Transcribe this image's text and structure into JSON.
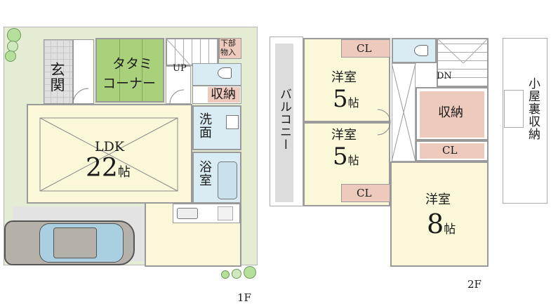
{
  "floors": {
    "first": {
      "label": "1F",
      "rooms": {
        "entrance": {
          "label": "玄関"
        },
        "tatami": {
          "label_line1": "タタミ",
          "label_line2": "コーナー"
        },
        "up": {
          "label": "UP"
        },
        "under_storage": {
          "label_line1": "下部",
          "label_line2": "物入"
        },
        "storage": {
          "label": "収納"
        },
        "washroom": {
          "label": "洗面"
        },
        "bathroom": {
          "label": "浴室"
        },
        "ldk": {
          "label": "LDK",
          "size": "22",
          "unit": "帖"
        }
      }
    },
    "second": {
      "label": "2F",
      "rooms": {
        "balcony": {
          "label": "バルコニー"
        },
        "western_room_1": {
          "label": "洋室",
          "size": "5",
          "unit": "帖"
        },
        "western_room_2": {
          "label": "洋室",
          "size": "5",
          "unit": "帖"
        },
        "western_room_3": {
          "label": "洋室",
          "size": "8",
          "unit": "帖"
        },
        "closet_1": {
          "label": "CL"
        },
        "closet_2": {
          "label": "CL"
        },
        "closet_3": {
          "label": "CL"
        },
        "storage": {
          "label": "収納"
        },
        "down": {
          "label": "DN"
        }
      }
    },
    "attic": {
      "label": "小屋裏収納"
    }
  },
  "colors": {
    "yard": "#e4edd3",
    "ldk": "#fbf8d9",
    "tatami": "#a9d17c",
    "wet": "#d9ecf4",
    "storage": "#edcabc",
    "parking": "#e3e3e3",
    "balcony": "#dcdcdc",
    "car_body": "#b6b0aa",
    "car_glass": "#a9cfe0",
    "tree": "#b6df9b",
    "wall": "#9a9a9a"
  }
}
